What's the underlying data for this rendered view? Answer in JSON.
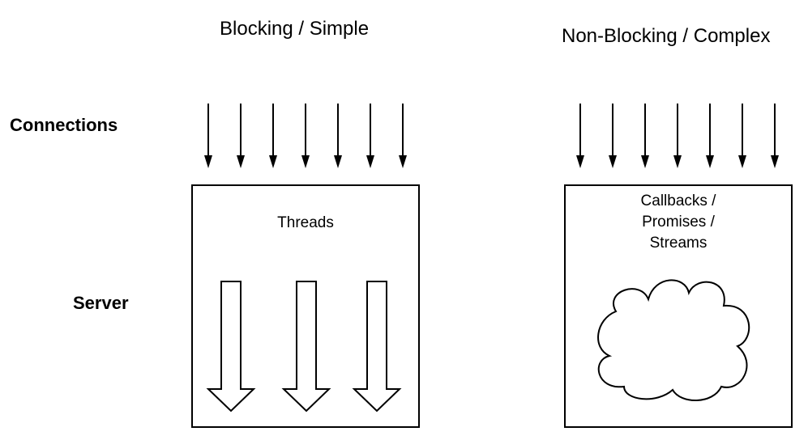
{
  "titles": {
    "left": "Blocking / Simple",
    "right": "Non-Blocking / Complex"
  },
  "row_labels": {
    "connections": "Connections",
    "server": "Server"
  },
  "left_box": {
    "label": "Threads",
    "connection_arrow_count": 7,
    "thread_arrow_count": 3
  },
  "right_box": {
    "label_lines": [
      "Callbacks /",
      "Promises /",
      "Streams"
    ],
    "connection_arrow_count": 7,
    "icons": [
      "cloud-shape"
    ]
  },
  "colors": {
    "stroke": "#000000",
    "background": "#ffffff"
  }
}
